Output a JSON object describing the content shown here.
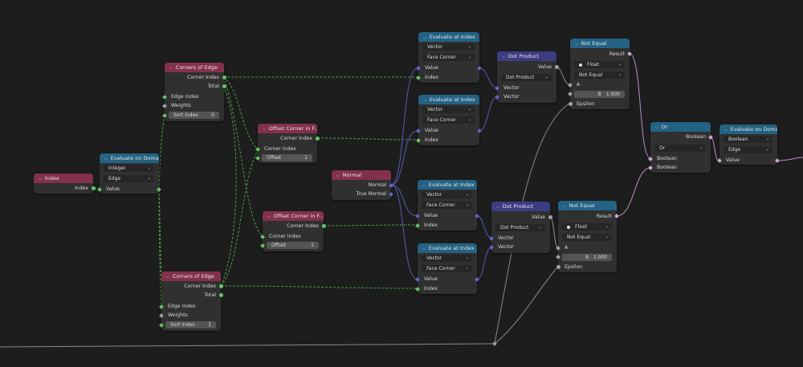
{
  "nodes": {
    "index": {
      "title": "Index",
      "out_index": "Index"
    },
    "eval_domain1": {
      "title": "Evaluate on Domain",
      "type": "Integer",
      "domain": "Edge",
      "in_value": "Value"
    },
    "corners_edge1": {
      "title": "Corners of Edge",
      "out_corner_index": "Corner Index",
      "out_total": "Total",
      "in_edge_index": "Edge Index",
      "in_weights": "Weights",
      "sort_label": "Sort Index",
      "sort_value": "0"
    },
    "corners_edge2": {
      "title": "Corners of Edge",
      "out_corner_index": "Corner Index",
      "out_total": "Total",
      "in_edge_index": "Edge Index",
      "in_weights": "Weights",
      "sort_label": "Sort Index",
      "sort_value": "1"
    },
    "offset1": {
      "title": "Offset Corner in F...",
      "out_corner_index": "Corner Index",
      "in_corner_index": "Corner Index",
      "offset_label": "Offset",
      "offset_value": "1"
    },
    "offset2": {
      "title": "Offset Corner in F...",
      "out_corner_index": "Corner Index",
      "in_corner_index": "Corner Index",
      "offset_label": "Offset",
      "offset_value": "1"
    },
    "normal": {
      "title": "Normal",
      "out_normal": "Normal",
      "out_true_normal": "True Normal"
    },
    "eval_index1": {
      "title": "Evaluate at Index",
      "type": "Vector",
      "domain": "Face Corner",
      "in_value": "Value",
      "in_index": "Index"
    },
    "eval_index2": {
      "title": "Evaluate at Index",
      "type": "Vector",
      "domain": "Face Corner",
      "in_value": "Value",
      "in_index": "Index"
    },
    "eval_index3": {
      "title": "Evaluate at Index",
      "type": "Vector",
      "domain": "Face Corner",
      "in_value": "Value",
      "in_index": "Index"
    },
    "eval_index4": {
      "title": "Evaluate at Index",
      "type": "Vector",
      "domain": "Face Corner",
      "in_value": "Value",
      "in_index": "Index"
    },
    "dot1": {
      "title": "Dot Product",
      "out_value": "Value",
      "op": "Dot Product",
      "in_vector_a": "Vector",
      "in_vector_b": "Vector"
    },
    "dot2": {
      "title": "Dot Product",
      "out_value": "Value",
      "op": "Dot Product",
      "in_vector_a": "Vector",
      "in_vector_b": "Vector"
    },
    "noteq1": {
      "title": "Not Equal",
      "out_result": "Result",
      "type": "Float",
      "mode": "Not Equal",
      "in_a": "A",
      "b_label": "B",
      "b_value": "1.000",
      "in_epsilon": "Epsilon"
    },
    "noteq2": {
      "title": "Not Equal",
      "out_result": "Result",
      "type": "Float",
      "mode": "Not Equal",
      "in_a": "A",
      "b_label": "B",
      "b_value": "1.000",
      "in_epsilon": "Epsilon"
    },
    "or": {
      "title": "Or",
      "out_boolean": "Boolean",
      "op": "Or",
      "in_boolean_a": "Boolean",
      "in_boolean_b": "Boolean"
    },
    "eval_domain2": {
      "title": "Evaluate on Domain",
      "type": "Boolean",
      "domain": "Edge",
      "in_value": "Value"
    }
  },
  "colors": {
    "background": "#1d1d1d",
    "node_body": "#303030",
    "header_input": "#83314a",
    "header_field": "#246283",
    "header_math": "#3c3c83",
    "socket_int": "#63c763",
    "socket_float": "#a1a1a1",
    "socket_vector": "#6363c7",
    "socket_bool": "#cca6d6"
  }
}
